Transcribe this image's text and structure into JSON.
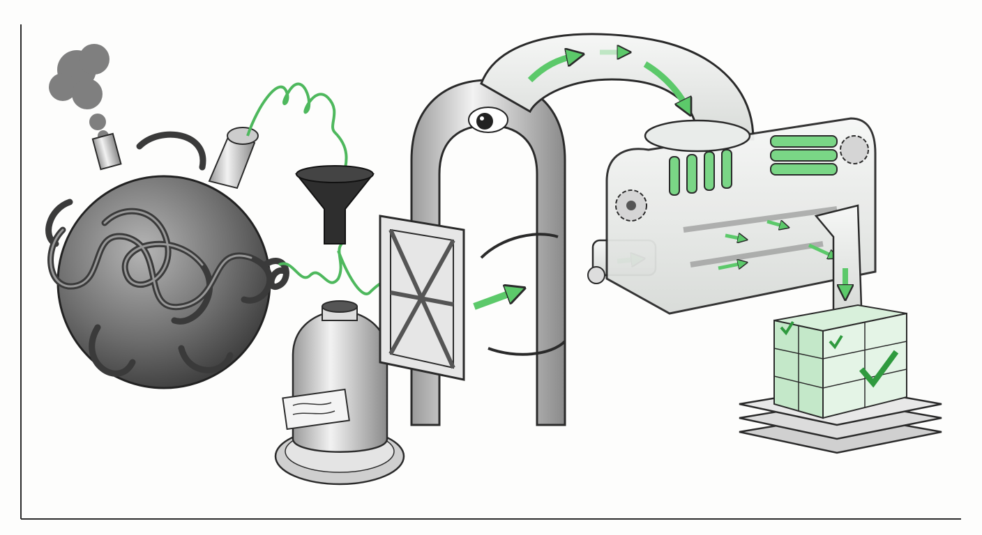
{
  "illustration": {
    "subject": "chaotic-machine-to-organized-output-pipeline",
    "colors": {
      "ink": "#2a2a2a",
      "metal_dark": "#5a5a5a",
      "metal_light": "#d9d9d9",
      "glass": "#eef2ef",
      "accent_green": "#5cc96a",
      "background": "#fdfdfc"
    },
    "elements": [
      "smoke-cloud-icon",
      "tangled-sphere-machine",
      "spiral-green-wire",
      "black-funnel-icon",
      "canister-on-gear",
      "gate-door",
      "arch-frame-with-eye",
      "glass-pipe-arch",
      "glass-processing-machine",
      "checked-cube-stack",
      "stacked-platform"
    ]
  }
}
